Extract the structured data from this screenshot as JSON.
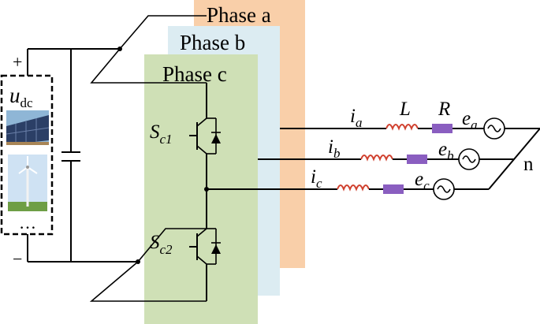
{
  "panels": {
    "phase_a": {
      "title": "Phase a",
      "color": "#f9cfa9"
    },
    "phase_b": {
      "title": "Phase b",
      "color": "#dcecf2"
    },
    "phase_c": {
      "title": "Phase c",
      "color": "#cfe0b6"
    }
  },
  "source": {
    "voltage_symbol": "u",
    "voltage_sub": "dc",
    "plus": "+",
    "minus": "−",
    "ellipsis": "…"
  },
  "switches": {
    "upper": {
      "symbol": "S",
      "sub": "c1"
    },
    "lower": {
      "symbol": "S",
      "sub": "c2"
    }
  },
  "lines": {
    "a": {
      "current": "i",
      "current_sub": "a",
      "emf": "e",
      "emf_sub": "a"
    },
    "b": {
      "current": "i",
      "current_sub": "b",
      "emf": "e",
      "emf_sub": "b"
    },
    "c": {
      "current": "i",
      "current_sub": "c",
      "emf": "e",
      "emf_sub": "c"
    }
  },
  "components": {
    "inductor": "L",
    "resistor": "R"
  },
  "neutral": "n",
  "colors": {
    "inductor": "#d0402e",
    "resistor": "#8a5ec0"
  }
}
